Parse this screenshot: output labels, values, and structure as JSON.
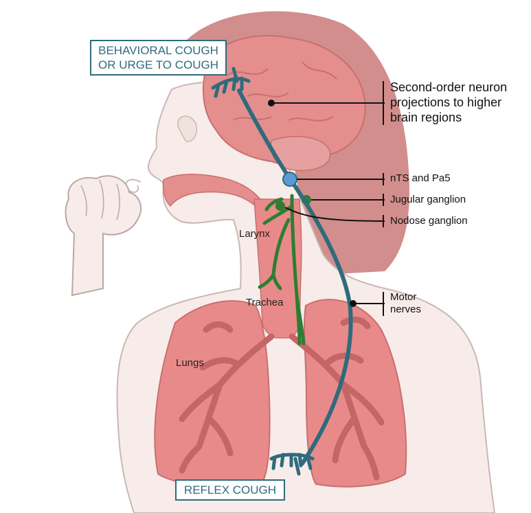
{
  "top_box": {
    "line1": "BEHAVIORAL COUGH",
    "line2": "OR URGE TO COUGH"
  },
  "bottom_box": {
    "text": "REFLEX COUGH"
  },
  "labels": {
    "second_order": "Second-order neuron\nprojections to higher\nbrain regions",
    "nts": "nTS and Pa5",
    "jugular": "Jugular ganglion",
    "nodose": "Nodose ganglion",
    "motor": "Motor\nnerves"
  },
  "organs": {
    "larynx": "Larynx",
    "trachea": "Trachea",
    "lungs": "Lungs"
  },
  "colors": {
    "skin": "#f7ece9",
    "hair": "#c96f6f",
    "brain": "#e48e8e",
    "lung": "#e98a8a",
    "nerve_blue": "#2f6b7c",
    "nerve_green": "#2e7d32",
    "node_blue": "#5b9bd5"
  }
}
